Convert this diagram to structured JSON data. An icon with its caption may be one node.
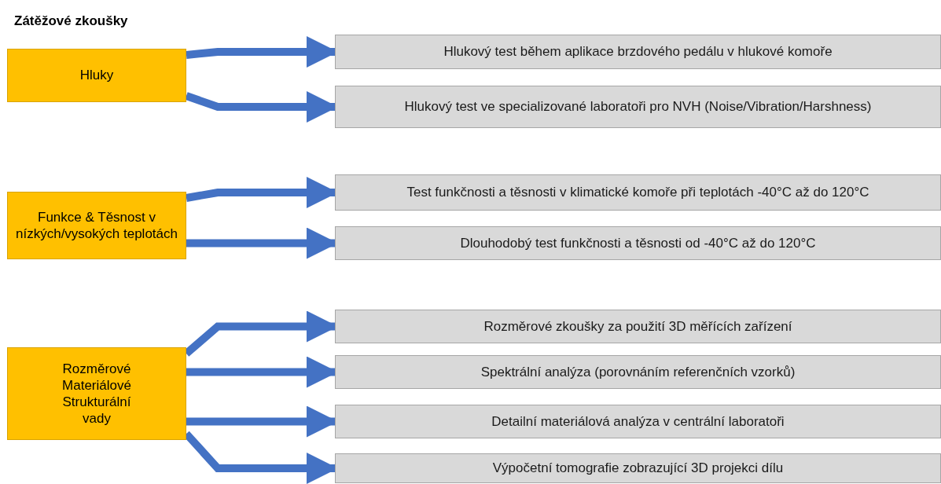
{
  "diagram": {
    "title": "Zátěžové zkoušky",
    "nodes": [
      {
        "text": [
          "Hluky"
        ]
      },
      {
        "text": [
          "Hlukový test během aplikace brzdového pedálu v hlukové komoře"
        ]
      },
      {
        "text": [
          "Hlukový test ve specializované laboratoři pro NVH (Noise/Vibration/Harshness)"
        ]
      },
      {
        "text": [
          "Funkce & Těsnost v nízkých/vysokých teplotách"
        ]
      },
      {
        "text": [
          "Test funkčnosti a těsnosti v klimatické komoře při teplotách -40°C až do 120°C"
        ]
      },
      {
        "text": [
          "Dlouhodobý test funkčnosti a těsnosti od -40°C až do 120°C"
        ]
      },
      {
        "text": [
          "Rozměrové Materiálové Strukturální vady"
        ]
      },
      {
        "text": [
          "Rozměrové zkoušky za použití 3D měřících zařízení"
        ]
      },
      {
        "text": [
          "Spektrální analýza (porovnáním referenčních vzorků)"
        ]
      },
      {
        "text": [
          "Detailní materiálová analýza v centrální laboratoři"
        ]
      },
      {
        "text": [
          "Výpočetní tomografie zobrazující 3D projekci dílu"
        ]
      }
    ],
    "edges": [
      {
        "from": 0,
        "to": 1,
        "arrow": "to"
      },
      {
        "from": 0,
        "to": 2,
        "arrow": "to"
      },
      {
        "from": 3,
        "to": 4,
        "arrow": "to"
      },
      {
        "from": 3,
        "to": 5,
        "arrow": "to"
      },
      {
        "from": 6,
        "to": 7,
        "arrow": "to"
      },
      {
        "from": 6,
        "to": 8,
        "arrow": "to"
      },
      {
        "from": 6,
        "to": 9,
        "arrow": "to"
      },
      {
        "from": 6,
        "to": 10,
        "arrow": "to"
      }
    ]
  }
}
